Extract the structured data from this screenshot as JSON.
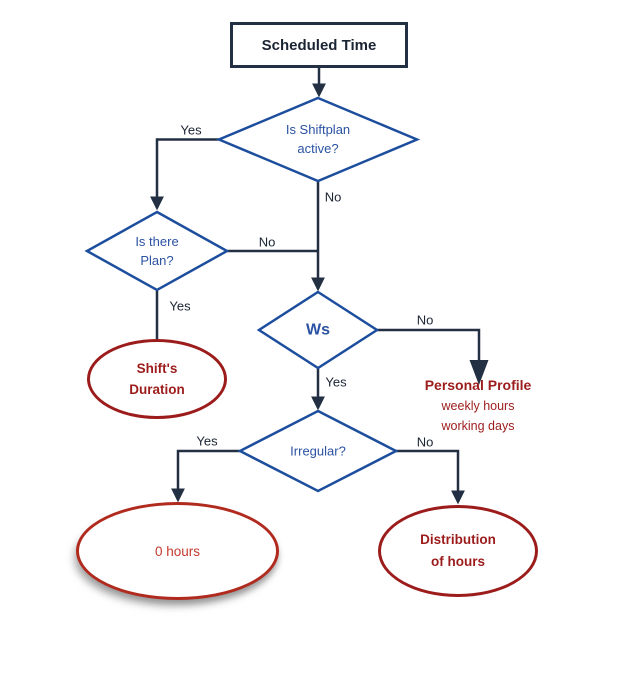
{
  "colors": {
    "navy": "#232f42",
    "navy_text": "#1b2433",
    "blue": "#1d4e9e",
    "blue_text": "#2b52a3",
    "dark_red": "#9c1c1c",
    "bright_red": "#c43a2f",
    "sketch_red": "#b02a1e",
    "background": "#ffffff"
  },
  "nodes": {
    "scheduled_time": {
      "label": "Scheduled Time"
    },
    "shiftplan_active": {
      "line1": "Is Shiftplan",
      "line2": "active?"
    },
    "is_there_plan": {
      "line1": "Is there",
      "line2": "Plan?"
    },
    "ws": {
      "label": "Ws"
    },
    "irregular": {
      "label": "Irregular?"
    },
    "shifts_duration": {
      "line1": "Shift's",
      "line2": "Duration"
    },
    "zero_hours": {
      "label": "0 hours"
    },
    "distribution_of_hours": {
      "line1": "Distribution",
      "line2": "of hours"
    },
    "personal_profile": {
      "title": "Personal Profile",
      "line1": "weekly hours",
      "line2": "working days"
    }
  },
  "edge_labels": {
    "shiftplan_yes": "Yes",
    "shiftplan_no": "No",
    "plan_no": "No",
    "plan_yes": "Yes",
    "ws_no": "No",
    "ws_yes": "Yes",
    "irregular_yes": "Yes",
    "irregular_no": "No"
  }
}
